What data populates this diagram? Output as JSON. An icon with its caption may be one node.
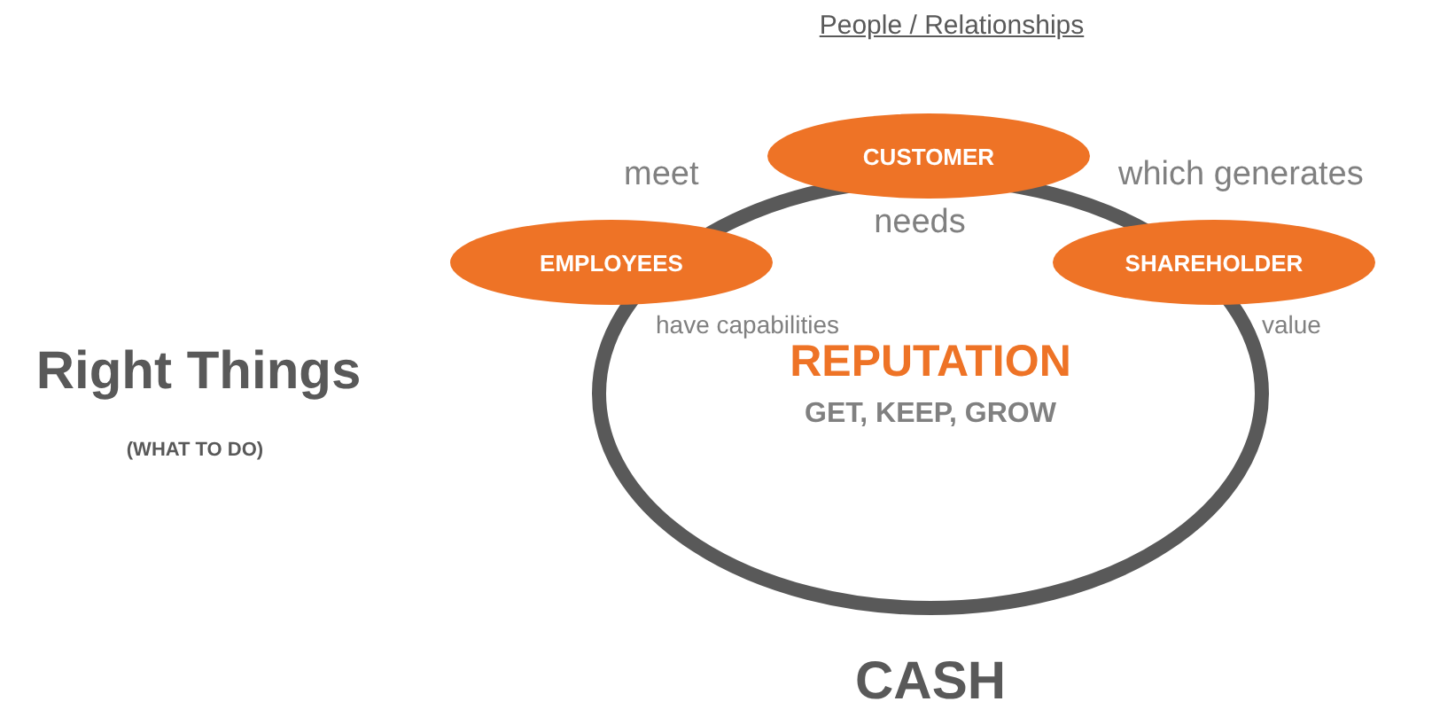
{
  "diagram": {
    "title": "People / Relationships",
    "nodes": [
      {
        "text": [
          "REPUTATION",
          "GET, KEEP, GROW"
        ]
      },
      {
        "text": [
          "CUSTOMER"
        ]
      },
      {
        "text": [
          "EMPLOYEES"
        ]
      },
      {
        "text": [
          "SHAREHOLDER"
        ]
      }
    ],
    "labels": [
      "meet",
      "which generates",
      "needs",
      "have capabilities",
      "value",
      "Right Things",
      "(WHAT TO DO)",
      "CASH"
    ]
  }
}
